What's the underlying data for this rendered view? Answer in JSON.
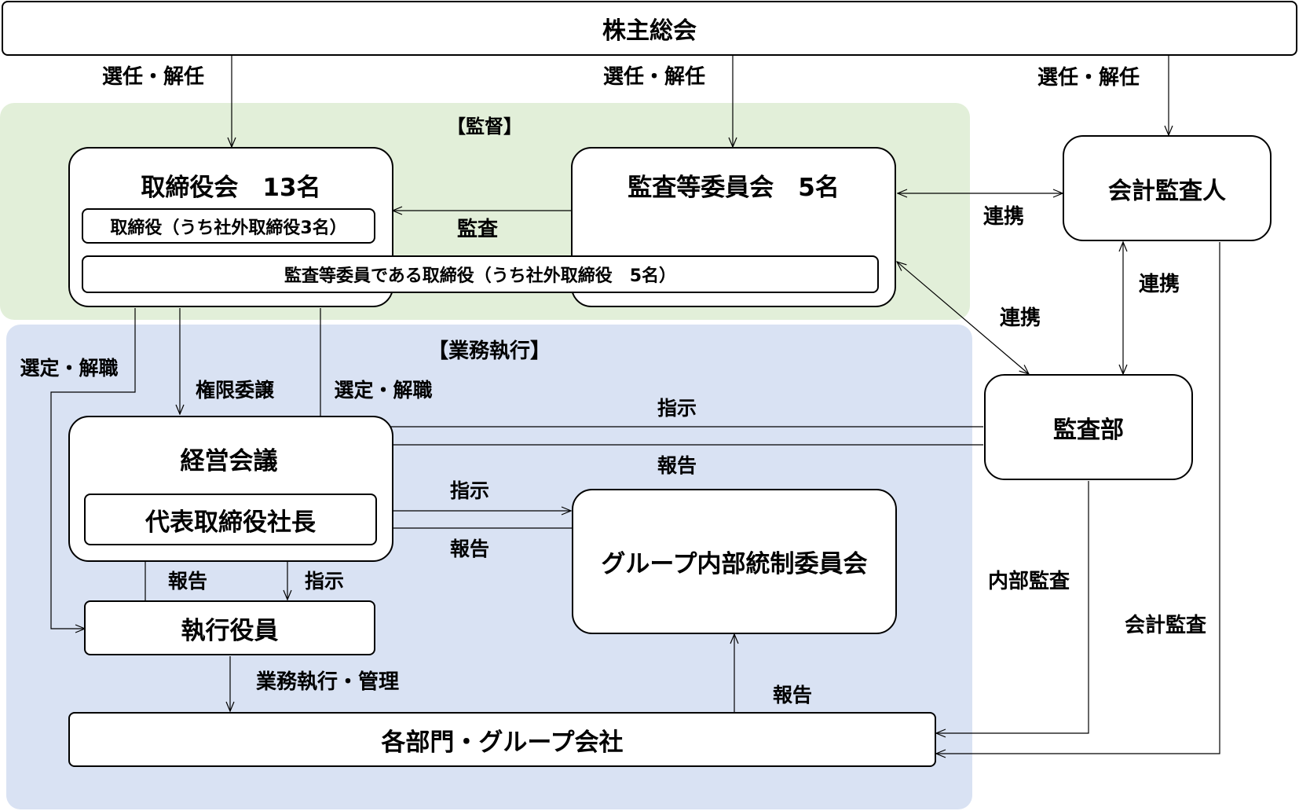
{
  "shareholders_meeting": "株主総会",
  "regions": {
    "supervision": "【監督】",
    "execution": "【業務執行】"
  },
  "board": {
    "title": "取締役会　13名",
    "sub1": "取締役（うち社外取締役3名）",
    "sub2": "監査等委員である取締役（うち社外取締役　5名）"
  },
  "audit_committee": "監査等委員会　5名",
  "external_auditor": "会計監査人",
  "audit_dept": "監査部",
  "mgmt_meeting": "経営会議",
  "president": "代表取締役社長",
  "exec_officers": "執行役員",
  "group_ic_committee": "グループ内部統制委員会",
  "departments": "各部門・グループ会社",
  "labels": {
    "elect1": "選任・解任",
    "elect2": "選任・解任",
    "elect3": "選任・解任",
    "audit": "監査",
    "coop1": "連携",
    "coop2": "連携",
    "coop3": "連携",
    "select_dismiss1": "選定・解職",
    "select_dismiss2": "選定・解職",
    "delegation": "権限委譲",
    "instruct1": "指示",
    "report1": "報告",
    "instruct2": "指示",
    "report2": "報告",
    "report3": "報告",
    "instruct3": "指示",
    "exec_manage": "業務執行・管理",
    "report4": "報告",
    "internal_audit": "内部監査",
    "accounting_audit": "会計監査"
  },
  "colors": {
    "supervision_bg": "#e2efd9",
    "execution_bg": "#d9e2f3",
    "line": "#000000"
  }
}
